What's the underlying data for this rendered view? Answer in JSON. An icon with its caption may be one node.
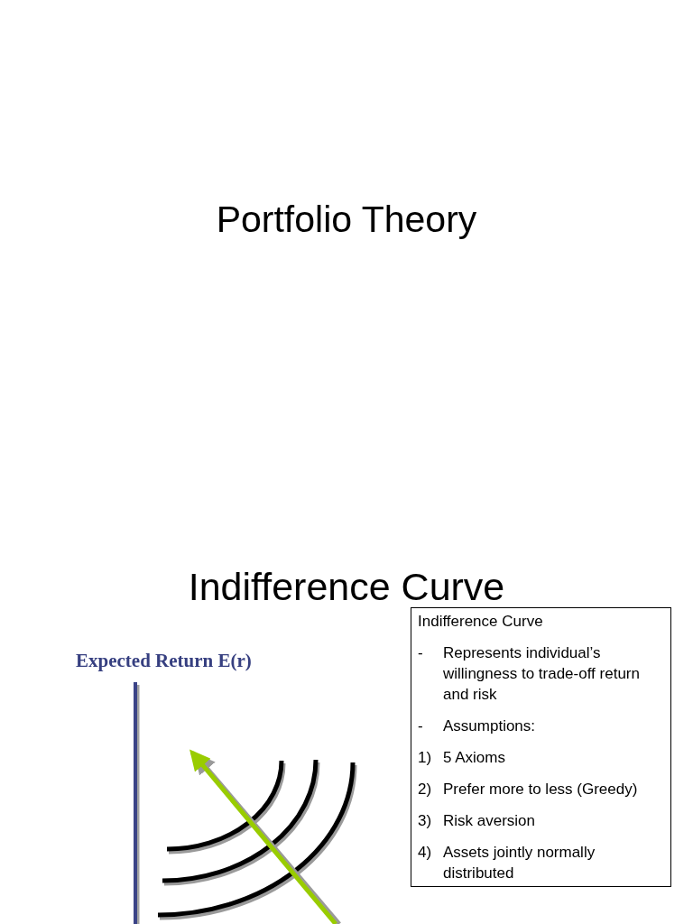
{
  "diagram": {
    "title": "Portfolio Theory",
    "nodes": [
      {
        "text": [
          "Indifference Curve",
          "- Represents individual’s willingness to trade-off return and risk",
          "- Assumptions:",
          "1) 5 Axioms",
          "2) Prefer more to less (Greedy)",
          "3) Risk aversion",
          "4) Assets jointly normally distributed"
        ]
      }
    ],
    "labels": [
      "Indifference Curve",
      "Expected Return E(r)"
    ]
  }
}
